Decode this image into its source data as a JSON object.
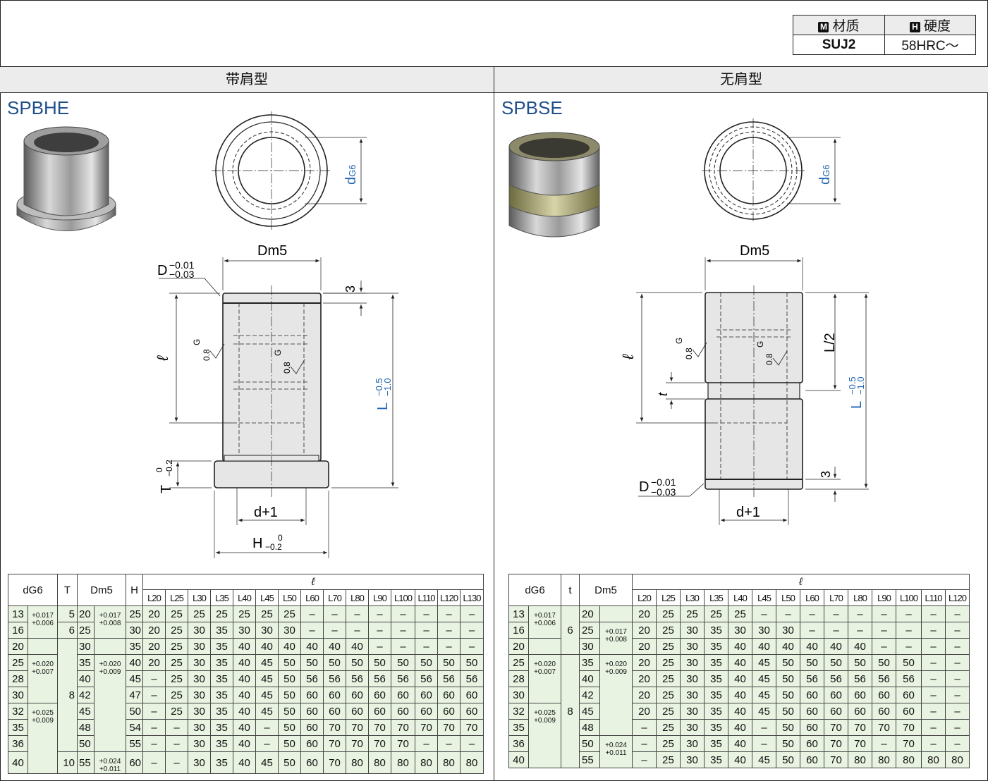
{
  "material_table": {
    "material_badge": "M",
    "material_label": "材质",
    "hardness_badge": "H",
    "hardness_label": "硬度",
    "material_value": "SUJ2",
    "hardness_value": "58HRC～"
  },
  "sections": {
    "left_header": "带肩型",
    "right_header": "无肩型",
    "left_model": "SPBHE",
    "right_model": "SPBSE"
  },
  "drawing_labels": {
    "d": "d",
    "g6": "G6",
    "dm5": "Dm5",
    "d_tol": "D",
    "tol_upper": "−0.01",
    "tol_lower": "−0.03",
    "three": "3",
    "ell": "ℓ",
    "g": "G",
    "rough": "0.8",
    "l_tol": "L",
    "l_tol_upper": "−0.5",
    "l_tol_lower": "−1.0",
    "t_cap": "T",
    "t_zero": "0",
    "t_minus": "−0.2",
    "d_plus_1": "d+1",
    "h_cap": "H",
    "h_zero": "0",
    "h_minus": "−0.2",
    "l_half": "L/2",
    "t_small": "t"
  },
  "chart_data": [
    {
      "type": "table",
      "title": "SPBHE",
      "columns": [
        "dG6",
        "T",
        "Dm5",
        "H",
        "L20",
        "L25",
        "L30",
        "L35",
        "L40",
        "L45",
        "L50",
        "L60",
        "L70",
        "L80",
        "L90",
        "L100",
        "L110",
        "L120",
        "L130"
      ],
      "header": {
        "dg6": "dG6",
        "t": "T",
        "dm5": "Dm5",
        "h": "H",
        "ell": "ℓ",
        "l_cols": [
          "L20",
          "L25",
          "L30",
          "L35",
          "L40",
          "L45",
          "L50",
          "L60",
          "L70",
          "L80",
          "L90",
          "L100",
          "L110",
          "L120",
          "L130"
        ]
      },
      "rows": [
        {
          "d": "13",
          "t": "5",
          "dm": "20",
          "h": "25",
          "l": [
            "20",
            "25",
            "25",
            "25",
            "25",
            "25",
            "25",
            "–",
            "–",
            "–",
            "–",
            "–",
            "–",
            "–",
            "–"
          ]
        },
        {
          "d": "16",
          "t": "6",
          "dm": "25",
          "h": "30",
          "l": [
            "20",
            "25",
            "30",
            "35",
            "30",
            "30",
            "30",
            "–",
            "–",
            "–",
            "–",
            "–",
            "–",
            "–",
            "–"
          ]
        },
        {
          "d": "20",
          "t": "8",
          "dm": "30",
          "h": "35",
          "l": [
            "20",
            "25",
            "30",
            "35",
            "40",
            "40",
            "40",
            "40",
            "40",
            "40",
            "–",
            "–",
            "–",
            "–",
            "–"
          ]
        },
        {
          "d": "25",
          "t": "8",
          "dm": "35",
          "h": "40",
          "l": [
            "20",
            "25",
            "30",
            "35",
            "40",
            "45",
            "50",
            "50",
            "50",
            "50",
            "50",
            "50",
            "50",
            "50",
            "50"
          ]
        },
        {
          "d": "28",
          "t": "8",
          "dm": "40",
          "h": "45",
          "l": [
            "–",
            "25",
            "30",
            "35",
            "40",
            "45",
            "50",
            "56",
            "56",
            "56",
            "56",
            "56",
            "56",
            "56",
            "56"
          ]
        },
        {
          "d": "30",
          "t": "8",
          "dm": "42",
          "h": "47",
          "l": [
            "–",
            "25",
            "30",
            "35",
            "40",
            "45",
            "50",
            "60",
            "60",
            "60",
            "60",
            "60",
            "60",
            "60",
            "60"
          ]
        },
        {
          "d": "32",
          "t": "8",
          "dm": "45",
          "h": "50",
          "l": [
            "–",
            "25",
            "30",
            "35",
            "40",
            "45",
            "50",
            "60",
            "60",
            "60",
            "60",
            "60",
            "60",
            "60",
            "60"
          ]
        },
        {
          "d": "35",
          "t": "8",
          "dm": "48",
          "h": "54",
          "l": [
            "–",
            "–",
            "30",
            "35",
            "40",
            "–",
            "50",
            "60",
            "70",
            "70",
            "70",
            "70",
            "70",
            "70",
            "70"
          ]
        },
        {
          "d": "36",
          "t": "8",
          "dm": "50",
          "h": "55",
          "l": [
            "–",
            "–",
            "30",
            "35",
            "40",
            "–",
            "50",
            "60",
            "70",
            "70",
            "70",
            "70",
            "–",
            "–",
            "–"
          ]
        },
        {
          "d": "40",
          "t": "10",
          "dm": "55",
          "h": "60",
          "l": [
            "–",
            "–",
            "30",
            "35",
            "40",
            "45",
            "50",
            "60",
            "70",
            "80",
            "80",
            "80",
            "80",
            "80",
            "80"
          ]
        }
      ],
      "d_tolerances": [
        {
          "upper": "+0.017",
          "lower": "+0.006"
        },
        {
          "upper": "+0.020",
          "lower": "+0.007"
        },
        {
          "upper": "+0.025",
          "lower": "+0.009"
        }
      ],
      "dm_tolerances": [
        {
          "upper": "+0.017",
          "lower": "+0.008"
        },
        {
          "upper": "+0.020",
          "lower": "+0.009"
        },
        {
          "upper": "+0.024",
          "lower": "+0.011"
        }
      ]
    },
    {
      "type": "table",
      "title": "SPBSE",
      "columns": [
        "dG6",
        "t",
        "Dm5",
        "L20",
        "L25",
        "L30",
        "L35",
        "L40",
        "L45",
        "L50",
        "L60",
        "L70",
        "L80",
        "L90",
        "L100",
        "L110",
        "L120"
      ],
      "header": {
        "dg6": "dG6",
        "t": "t",
        "dm5": "Dm5",
        "ell": "ℓ",
        "l_cols": [
          "L20",
          "L25",
          "L30",
          "L35",
          "L40",
          "L45",
          "L50",
          "L60",
          "L70",
          "L80",
          "L90",
          "L100",
          "L110",
          "L120"
        ]
      },
      "rows": [
        {
          "d": "13",
          "t": "6",
          "dm": "20",
          "l": [
            "20",
            "25",
            "25",
            "25",
            "25",
            "–",
            "–",
            "–",
            "–",
            "–",
            "–",
            "–",
            "–",
            "–"
          ]
        },
        {
          "d": "16",
          "t": "6",
          "dm": "25",
          "l": [
            "20",
            "25",
            "30",
            "35",
            "30",
            "30",
            "30",
            "–",
            "–",
            "–",
            "–",
            "–",
            "–",
            "–"
          ]
        },
        {
          "d": "20",
          "t": "6",
          "dm": "30",
          "l": [
            "20",
            "25",
            "30",
            "35",
            "40",
            "40",
            "40",
            "40",
            "40",
            "40",
            "–",
            "–",
            "–",
            "–"
          ]
        },
        {
          "d": "25",
          "t": "8",
          "dm": "35",
          "l": [
            "20",
            "25",
            "30",
            "35",
            "40",
            "45",
            "50",
            "50",
            "50",
            "50",
            "50",
            "50",
            "–",
            "–"
          ]
        },
        {
          "d": "28",
          "t": "8",
          "dm": "40",
          "l": [
            "20",
            "25",
            "30",
            "35",
            "40",
            "45",
            "50",
            "56",
            "56",
            "56",
            "56",
            "56",
            "–",
            "–"
          ]
        },
        {
          "d": "30",
          "t": "8",
          "dm": "42",
          "l": [
            "20",
            "25",
            "30",
            "35",
            "40",
            "45",
            "50",
            "60",
            "60",
            "60",
            "60",
            "60",
            "–",
            "–"
          ]
        },
        {
          "d": "32",
          "t": "8",
          "dm": "45",
          "l": [
            "20",
            "25",
            "30",
            "35",
            "40",
            "45",
            "50",
            "60",
            "60",
            "60",
            "60",
            "60",
            "–",
            "–"
          ]
        },
        {
          "d": "35",
          "t": "8",
          "dm": "48",
          "l": [
            "–",
            "25",
            "30",
            "35",
            "40",
            "–",
            "50",
            "60",
            "70",
            "70",
            "70",
            "70",
            "–",
            "–"
          ]
        },
        {
          "d": "36",
          "t": "8",
          "dm": "50",
          "l": [
            "–",
            "25",
            "30",
            "35",
            "40",
            "–",
            "50",
            "60",
            "70",
            "70",
            "–",
            "70",
            "–",
            "–"
          ]
        },
        {
          "d": "40",
          "t": "8",
          "dm": "55",
          "l": [
            "–",
            "25",
            "30",
            "35",
            "40",
            "45",
            "50",
            "60",
            "70",
            "80",
            "80",
            "80",
            "80",
            "80"
          ]
        }
      ],
      "d_tolerances": [
        {
          "upper": "+0.017",
          "lower": "+0.006"
        },
        {
          "upper": "+0.020",
          "lower": "+0.007"
        },
        {
          "upper": "+0.025",
          "lower": "+0.009"
        }
      ],
      "dm_tolerances": [
        {
          "upper": "+0.017",
          "lower": "+0.008"
        },
        {
          "upper": "+0.020",
          "lower": "+0.009"
        },
        {
          "upper": "+0.024",
          "lower": "+0.011"
        }
      ]
    }
  ]
}
